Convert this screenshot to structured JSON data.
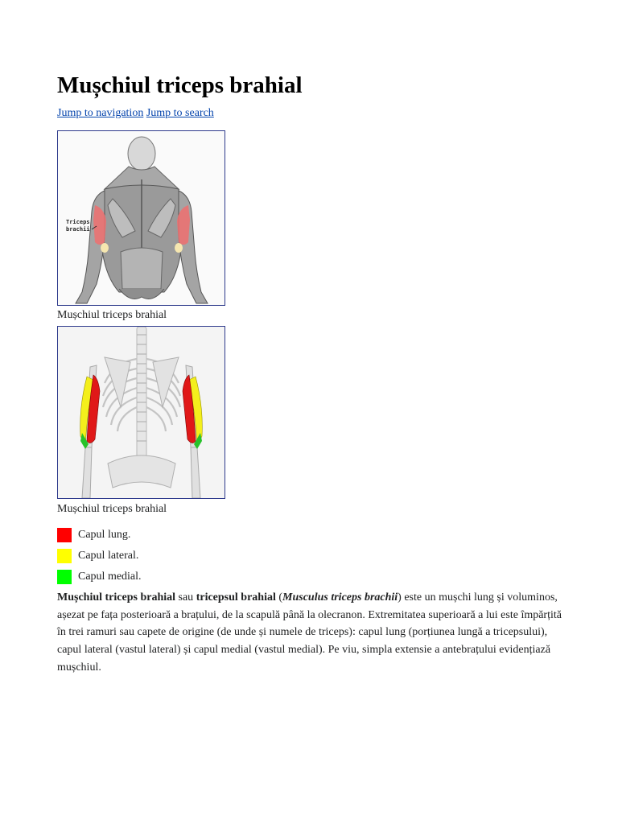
{
  "article": {
    "title": "Mușchiul triceps brahial",
    "jump_navigation": "Jump to navigation",
    "jump_search": "Jump to search"
  },
  "figures": [
    {
      "caption": "Mușchiul triceps brahial",
      "label_line1": "Triceps",
      "label_line2": "brachii"
    },
    {
      "caption": "Mușchiul triceps brahial"
    }
  ],
  "legend": [
    {
      "color": "#ff0000",
      "label": "Capul lung."
    },
    {
      "color": "#ffff00",
      "label": "Capul lateral."
    },
    {
      "color": "#00ff00",
      "label": "Capul medial."
    }
  ],
  "paragraph": {
    "bold1": "Mușchiul triceps brahial",
    "t1": " sau ",
    "bold2": "tricepsul brahial",
    "t2": " (",
    "bolditalic": "Musculus triceps brachii",
    "t3": ") este un mușchi lung și voluminos, așezat pe fața posterioară a brațului, de la scapulă până la olecranon. Extremitatea superioară a lui este împărțită în trei ramuri sau capete de origine (de unde și numele de triceps): capul lung (porțiunea lungă a tricepsului), capul lateral (vastul lateral) și capul medial (vastul medial). Pe viu, simpla extensie a antebrațului evidențiază mușchiul."
  }
}
